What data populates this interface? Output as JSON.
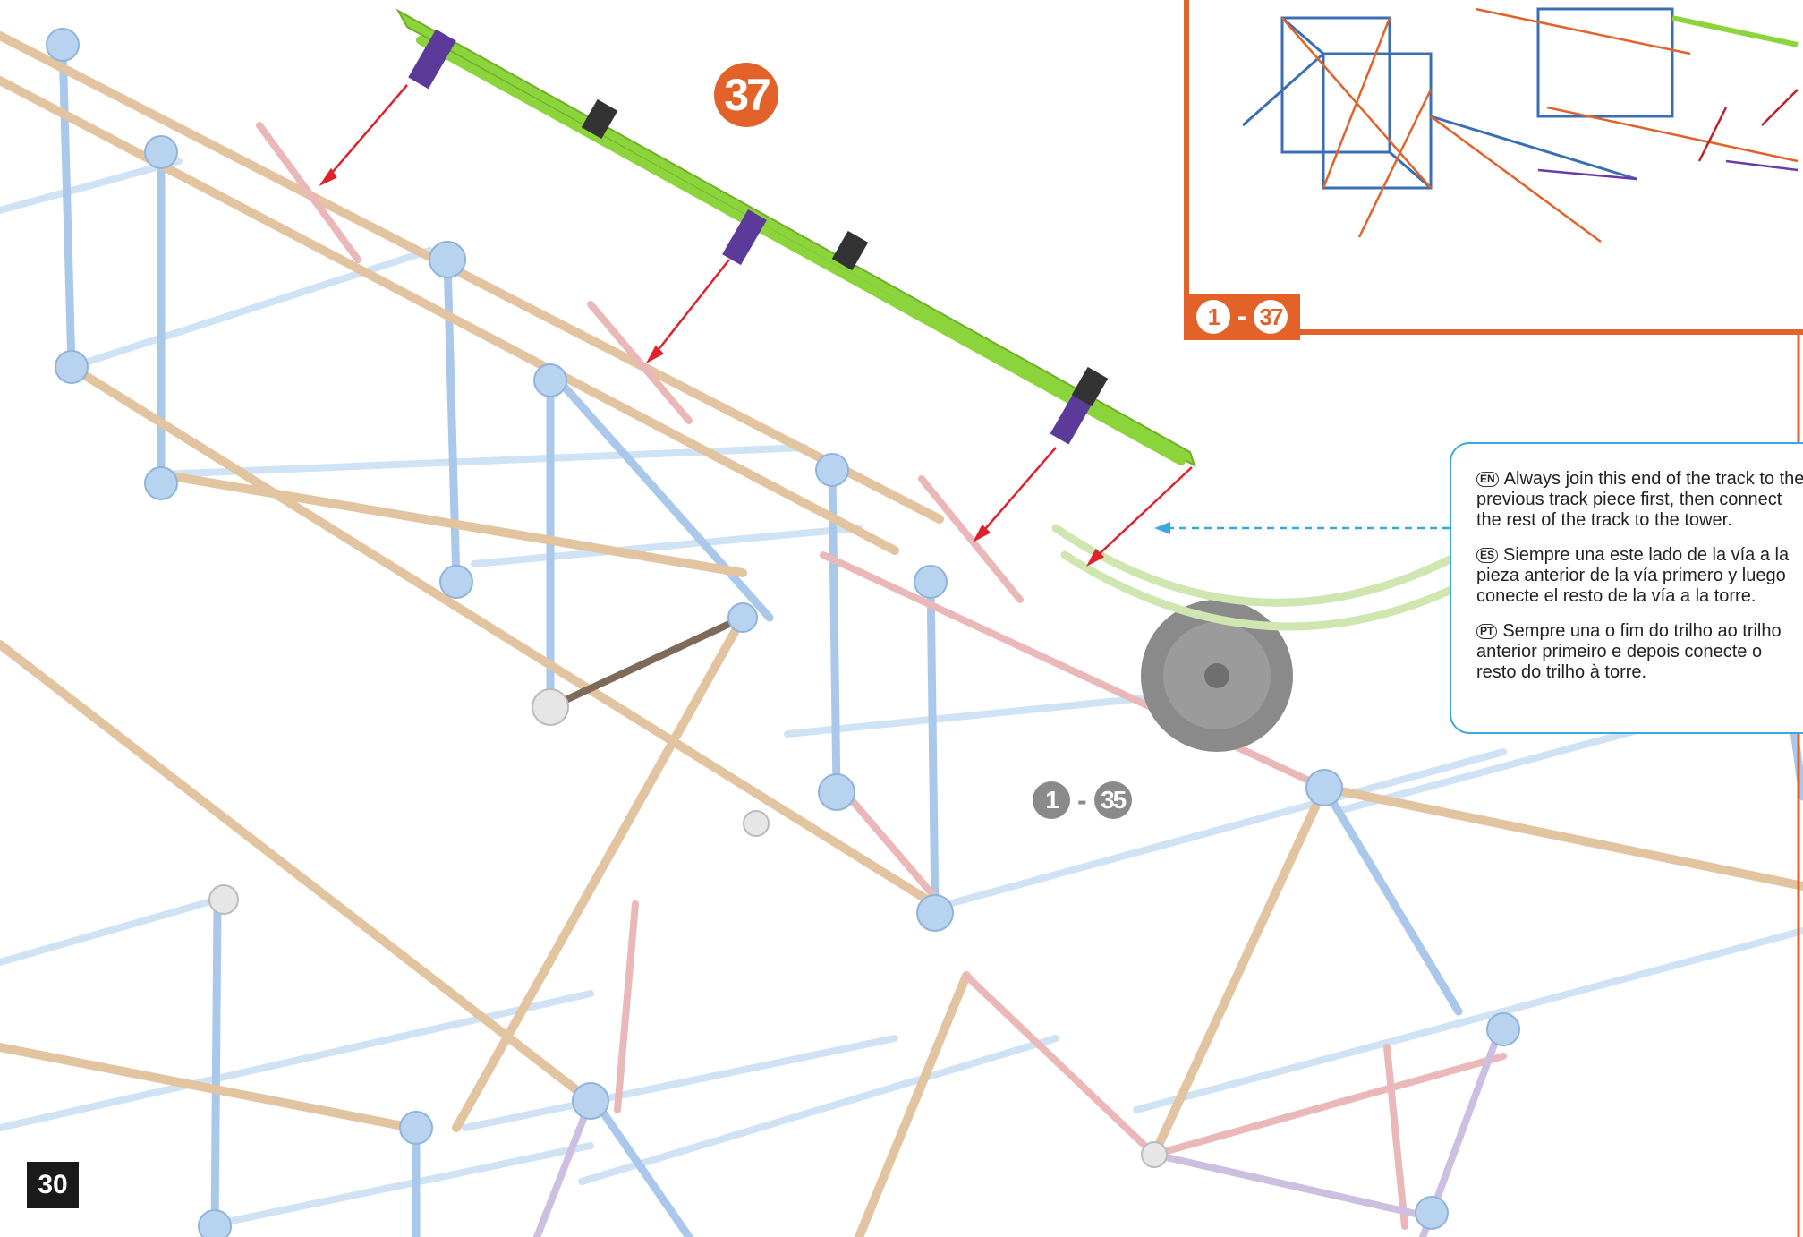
{
  "page": {
    "number": "30"
  },
  "step": {
    "number": "37"
  },
  "reference": {
    "range_start": "1",
    "dash": "-",
    "range_end": "37"
  },
  "prior_range": {
    "start": "1",
    "dash": "-",
    "end": "35"
  },
  "note": {
    "en_tag": "EN",
    "en": "Always join this end of the track to the previous track piece first, then connect the rest of the track to the tower.",
    "es_tag": "ES",
    "es": "Siempre una este lado de la vía a la pieza anterior de la vía primero y luego conecte el resto de la vía a la torre.",
    "pt_tag": "PT",
    "pt": "Sempre una o fim do trilho ao trilho anterior primeiro e depois conecte o resto do trilho à torre."
  },
  "colors": {
    "accent_orange": "#e2622a",
    "note_blue": "#3aa7e0",
    "track_green": "#8cd43c",
    "arrow_red": "#e0202a",
    "rod_blue": "#a9c8ea",
    "rod_tan": "#e3c4a0",
    "rod_pink": "#eab8b8"
  },
  "icons": {
    "arrow": "red-arrow",
    "dashed_arrow": "blue-dashed-arrow"
  }
}
